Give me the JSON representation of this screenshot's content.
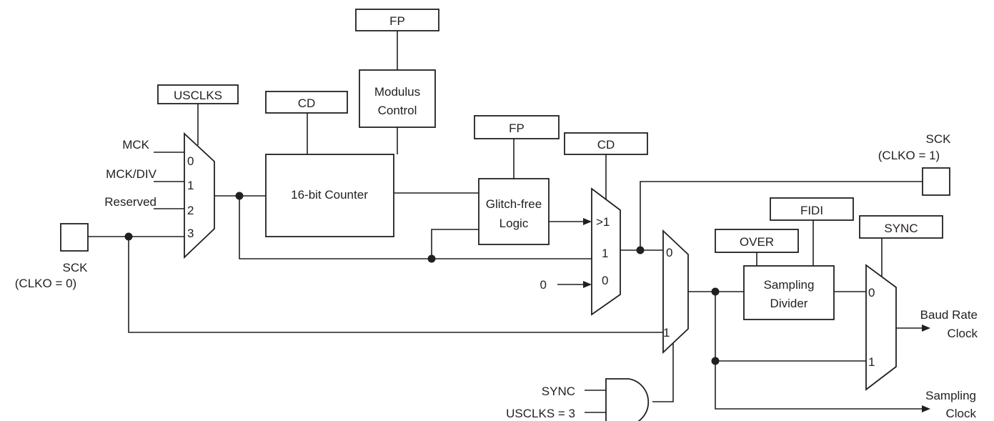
{
  "diagram": {
    "input_labels": {
      "mck": "MCK",
      "mck_div": "MCK/DIV",
      "reserved": "Reserved",
      "sck_in_name": "SCK",
      "sck_in_cond": "(CLKO = 0)",
      "sck_out_name": "SCK",
      "sck_out_cond": "(CLKO = 1)",
      "zero": "0",
      "sync_gate": "SYNC",
      "usclks_gate": "USCLKS = 3"
    },
    "register_boxes": {
      "usclks": "USCLKS",
      "cd_counter": "CD",
      "fp_top": "FP",
      "fp_glitch": "FP",
      "cd_mux": "CD",
      "fidi": "FIDI",
      "over": "OVER",
      "sync": "SYNC"
    },
    "blocks": {
      "counter": "16-bit Counter",
      "modulus_line1": "Modulus",
      "modulus_line2": "Control",
      "glitch_line1": "Glitch-free",
      "glitch_line2": "Logic",
      "sampling_line1": "Sampling",
      "sampling_line2": "Divider"
    },
    "mux_inputs": {
      "usclks_mux": [
        "0",
        "1",
        "2",
        "3"
      ],
      "cd_mux": [
        ">1",
        "1",
        "0"
      ],
      "mux3": [
        "0",
        "1"
      ],
      "sync_mux": [
        "0",
        "1"
      ]
    },
    "outputs": {
      "baud_line1": "Baud Rate",
      "baud_line2": "Clock",
      "sampling_line1": "Sampling",
      "sampling_line2": "Clock"
    }
  }
}
